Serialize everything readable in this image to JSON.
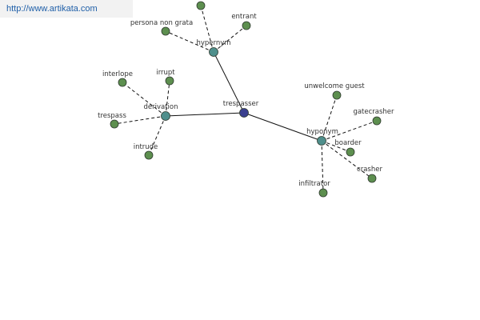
{
  "url": "http://www.artikata.com",
  "colors": {
    "leaf": "#5d8f4f",
    "relation": "#4f8f8c",
    "center": "#3a3f8f",
    "stroke": "#2f3a2f"
  },
  "nodes": [
    {
      "id": "trespasser",
      "label": "trespasser",
      "kind": "center"
    },
    {
      "id": "hypernym",
      "label": "hypernym",
      "kind": "relation"
    },
    {
      "id": "derivation",
      "label": "derivation",
      "kind": "relation"
    },
    {
      "id": "hyponym",
      "label": "hyponym",
      "kind": "relation"
    },
    {
      "id": "top_unlabeled",
      "label": "",
      "kind": "leaf"
    },
    {
      "id": "persona_non_grata",
      "label": "persona non grata",
      "kind": "leaf"
    },
    {
      "id": "entrant",
      "label": "entrant",
      "kind": "leaf"
    },
    {
      "id": "interlope",
      "label": "interlope",
      "kind": "leaf"
    },
    {
      "id": "irrupt",
      "label": "irrupt",
      "kind": "leaf"
    },
    {
      "id": "trespass",
      "label": "trespass",
      "kind": "leaf"
    },
    {
      "id": "intrude",
      "label": "intrude",
      "kind": "leaf"
    },
    {
      "id": "unwelcome_guest",
      "label": "unwelcome guest",
      "kind": "leaf"
    },
    {
      "id": "gatecrasher",
      "label": "gatecrasher",
      "kind": "leaf"
    },
    {
      "id": "boarder",
      "label": "boarder",
      "kind": "leaf"
    },
    {
      "id": "crasher",
      "label": "crasher",
      "kind": "leaf"
    },
    {
      "id": "infiltrator",
      "label": "infiltrator",
      "kind": "leaf"
    }
  ],
  "edges": [
    {
      "from": "trespasser",
      "to": "hypernym",
      "style": "solid"
    },
    {
      "from": "trespasser",
      "to": "derivation",
      "style": "solid"
    },
    {
      "from": "trespasser",
      "to": "hyponym",
      "style": "solid"
    },
    {
      "from": "hypernym",
      "to": "top_unlabeled",
      "style": "dashed"
    },
    {
      "from": "hypernym",
      "to": "persona_non_grata",
      "style": "dashed"
    },
    {
      "from": "hypernym",
      "to": "entrant",
      "style": "dashed"
    },
    {
      "from": "derivation",
      "to": "interlope",
      "style": "dashed"
    },
    {
      "from": "derivation",
      "to": "irrupt",
      "style": "dashed"
    },
    {
      "from": "derivation",
      "to": "trespass",
      "style": "dashed"
    },
    {
      "from": "derivation",
      "to": "intrude",
      "style": "dashed"
    },
    {
      "from": "hyponym",
      "to": "unwelcome_guest",
      "style": "dashed"
    },
    {
      "from": "hyponym",
      "to": "gatecrasher",
      "style": "dashed"
    },
    {
      "from": "hyponym",
      "to": "boarder",
      "style": "dashed"
    },
    {
      "from": "hyponym",
      "to": "crasher",
      "style": "dashed"
    },
    {
      "from": "hyponym",
      "to": "infiltrator",
      "style": "dashed"
    }
  ]
}
